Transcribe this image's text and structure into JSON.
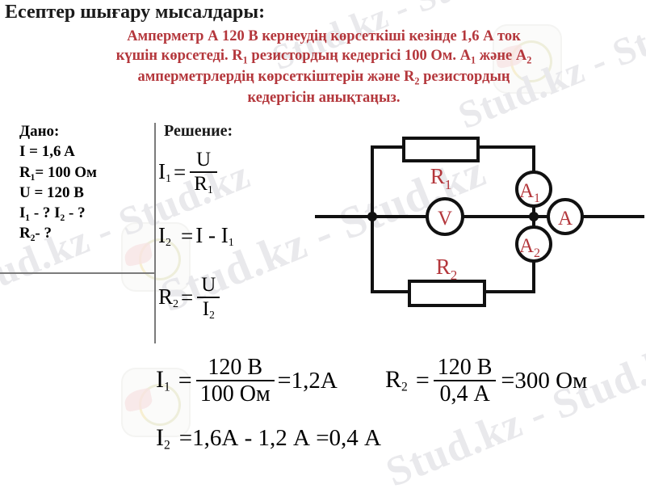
{
  "page": {
    "title": "Есептер шығару мысалдары:",
    "accent_color": "#b4373c",
    "text_color": "#000000",
    "background": "#ffffff"
  },
  "problem": {
    "line1": "Амперметр А 120 В кернеудің көрсеткіші кезінде  1,6 А ток",
    "line2_a": "күшін көрсетеді. R",
    "line2_sub": "1",
    "line2_b": " резистордың кедергісі 100 Ом. А",
    "line2_sub2": "1",
    "line2_c": " және А",
    "line2_sub3": "2",
    "line3_a": "амперметрлердің көрсеткіштерін және R",
    "line3_sub": "2",
    "line3_b": " резистордың",
    "line4": "кедергісін анықтаңыз."
  },
  "given": {
    "heading": "Дано:",
    "items": [
      "I = 1,6 A",
      "R₁= 100 Ом",
      "U = 120 В",
      "I₁ - ?  I₂ - ?",
      "R₂- ?"
    ]
  },
  "solution": {
    "heading": "Решение:",
    "formula1": {
      "lhs": "I",
      "lhs_sub": "1",
      "op": "=",
      "num": "U",
      "den": "R",
      "den_sub": "1"
    },
    "formula2": {
      "lhs": "I",
      "lhs_sub": "2",
      "op": "=",
      "rhs": "I - I",
      "rhs_sub": "1"
    },
    "formula3": {
      "lhs": "R",
      "lhs_sub": "2",
      "op": "=",
      "num": "U",
      "den": "I",
      "den_sub": "2"
    }
  },
  "results": {
    "result1": {
      "lhs": "I",
      "lhs_sub": "1",
      "op": "=",
      "num": "120 В",
      "den": "100 Ом",
      "eq": "=",
      "value": "1,2А"
    },
    "result2": {
      "lhs": "R",
      "lhs_sub": "2",
      "op": "=",
      "num": "120 В",
      "den": "0,4 А",
      "eq": "=",
      "value": "300 Ом"
    },
    "result3": {
      "lhs": "I",
      "lhs_sub": "2",
      "expression": "=1,6А - 1,2 А =0,4 А"
    }
  },
  "circuit": {
    "labels": {
      "r1": "R",
      "r1_sub": "1",
      "r2": "R",
      "r2_sub": "2",
      "voltmeter": "V",
      "ammeter1": "A",
      "ammeter1_sub": "1",
      "ammeter2": "A",
      "ammeter2_sub": "2",
      "ammeter_main": "A"
    },
    "wire_color": "#111111",
    "label_color": "#b4373c"
  },
  "watermark": {
    "text": "Stud.kz - Stud.kz",
    "color": "#e9e9ec"
  }
}
